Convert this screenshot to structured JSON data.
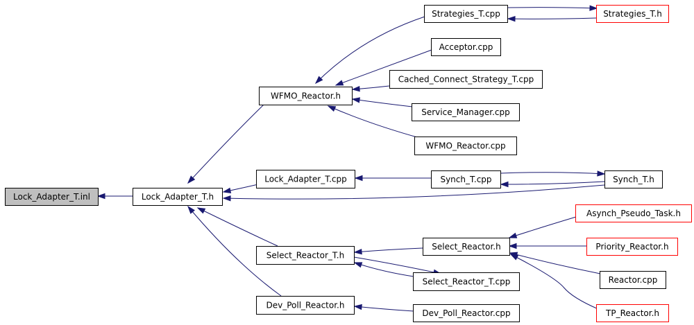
{
  "diagram": {
    "colors": {
      "edge": "#191970",
      "border_default": "#000000",
      "border_external": "#ff0000",
      "fill_default": "#ffffff",
      "fill_root": "#bfbfbf"
    },
    "nodes": [
      {
        "id": "lock_adapter_t_inl",
        "label": "Lock_Adapter_T.inl",
        "style": "root",
        "interactable": false
      },
      {
        "id": "lock_adapter_t_h",
        "label": "Lock_Adapter_T.h",
        "style": "default",
        "interactable": true
      },
      {
        "id": "wfmo_reactor_h",
        "label": "WFMO_Reactor.h",
        "style": "default",
        "interactable": true
      },
      {
        "id": "lock_adapter_t_cpp",
        "label": "Lock_Adapter_T.cpp",
        "style": "default",
        "interactable": true
      },
      {
        "id": "select_reactor_t_h",
        "label": "Select_Reactor_T.h",
        "style": "default",
        "interactable": true
      },
      {
        "id": "dev_poll_reactor_h",
        "label": "Dev_Poll_Reactor.h",
        "style": "default",
        "interactable": true
      },
      {
        "id": "strategies_t_cpp",
        "label": "Strategies_T.cpp",
        "style": "default",
        "interactable": true
      },
      {
        "id": "acceptor_cpp",
        "label": "Acceptor.cpp",
        "style": "default",
        "interactable": true
      },
      {
        "id": "cached_connect_strategy_t_cpp",
        "label": "Cached_Connect_Strategy_T.cpp",
        "style": "default",
        "interactable": true
      },
      {
        "id": "service_manager_cpp",
        "label": "Service_Manager.cpp",
        "style": "default",
        "interactable": true
      },
      {
        "id": "wfmo_reactor_cpp",
        "label": "WFMO_Reactor.cpp",
        "style": "default",
        "interactable": true
      },
      {
        "id": "synch_t_cpp",
        "label": "Synch_T.cpp",
        "style": "default",
        "interactable": true
      },
      {
        "id": "select_reactor_h",
        "label": "Select_Reactor.h",
        "style": "default",
        "interactable": true
      },
      {
        "id": "select_reactor_t_cpp",
        "label": "Select_Reactor_T.cpp",
        "style": "default",
        "interactable": true
      },
      {
        "id": "dev_poll_reactor_cpp",
        "label": "Dev_Poll_Reactor.cpp",
        "style": "default",
        "interactable": true
      },
      {
        "id": "strategies_t_h",
        "label": "Strategies_T.h",
        "style": "external",
        "interactable": true
      },
      {
        "id": "synch_t_h",
        "label": "Synch_T.h",
        "style": "default",
        "interactable": true
      },
      {
        "id": "asynch_pseudo_task_h",
        "label": "Asynch_Pseudo_Task.h",
        "style": "external",
        "interactable": true
      },
      {
        "id": "priority_reactor_h",
        "label": "Priority_Reactor.h",
        "style": "external",
        "interactable": true
      },
      {
        "id": "reactor_cpp",
        "label": "Reactor.cpp",
        "style": "default",
        "interactable": true
      },
      {
        "id": "tp_reactor_h",
        "label": "TP_Reactor.h",
        "style": "external",
        "interactable": true
      }
    ],
    "edges": [
      {
        "from": "lock_adapter_t_h",
        "to": "lock_adapter_t_inl"
      },
      {
        "from": "wfmo_reactor_h",
        "to": "lock_adapter_t_h"
      },
      {
        "from": "lock_adapter_t_cpp",
        "to": "lock_adapter_t_h"
      },
      {
        "from": "synch_t_h",
        "to": "lock_adapter_t_h"
      },
      {
        "from": "select_reactor_t_h",
        "to": "lock_adapter_t_h"
      },
      {
        "from": "dev_poll_reactor_h",
        "to": "lock_adapter_t_h"
      },
      {
        "from": "strategies_t_cpp",
        "to": "wfmo_reactor_h"
      },
      {
        "from": "acceptor_cpp",
        "to": "wfmo_reactor_h"
      },
      {
        "from": "cached_connect_strategy_t_cpp",
        "to": "wfmo_reactor_h"
      },
      {
        "from": "service_manager_cpp",
        "to": "wfmo_reactor_h"
      },
      {
        "from": "wfmo_reactor_cpp",
        "to": "wfmo_reactor_h"
      },
      {
        "from": "strategies_t_cpp",
        "to": "strategies_t_h"
      },
      {
        "from": "strategies_t_h",
        "to": "strategies_t_cpp"
      },
      {
        "from": "synch_t_cpp",
        "to": "lock_adapter_t_cpp"
      },
      {
        "from": "synch_t_cpp",
        "to": "synch_t_h"
      },
      {
        "from": "synch_t_h",
        "to": "synch_t_cpp"
      },
      {
        "from": "select_reactor_h",
        "to": "select_reactor_t_h"
      },
      {
        "from": "select_reactor_t_cpp",
        "to": "select_reactor_t_h"
      },
      {
        "from": "select_reactor_t_h",
        "to": "select_reactor_t_cpp"
      },
      {
        "from": "dev_poll_reactor_cpp",
        "to": "dev_poll_reactor_h"
      },
      {
        "from": "asynch_pseudo_task_h",
        "to": "select_reactor_h"
      },
      {
        "from": "priority_reactor_h",
        "to": "select_reactor_h"
      },
      {
        "from": "reactor_cpp",
        "to": "select_reactor_h"
      },
      {
        "from": "tp_reactor_h",
        "to": "select_reactor_h"
      }
    ]
  }
}
